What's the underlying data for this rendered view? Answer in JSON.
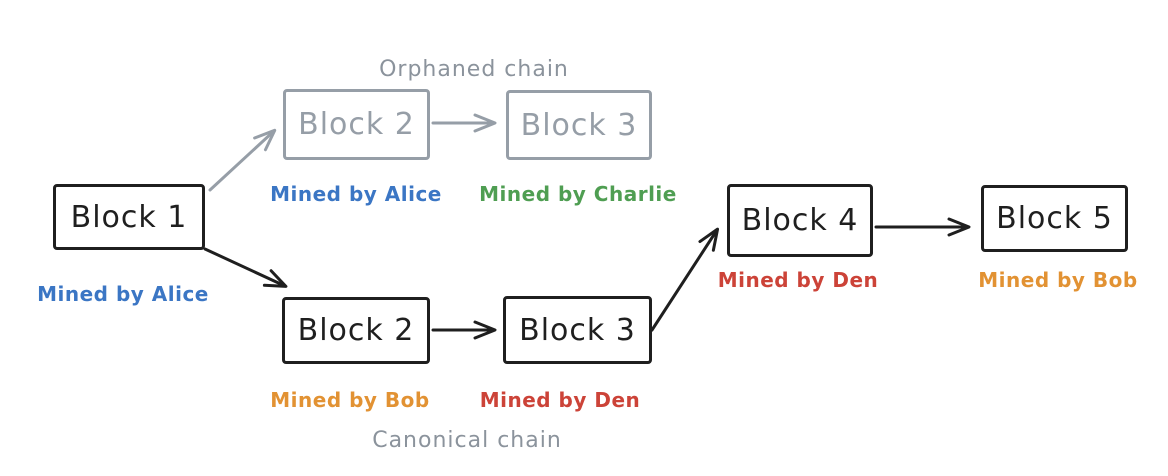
{
  "colors": {
    "black": "#1f1f1f",
    "gray": "#8b939c",
    "gray_box": "#969ea7",
    "blue": "#3b76c4",
    "green": "#4f9e52",
    "orange": "#e29233",
    "red": "#cc4338"
  },
  "chain_labels": {
    "orphaned": {
      "text": "Orphaned chain",
      "color": "gray"
    },
    "canonical": {
      "text": "Canonical chain",
      "color": "gray"
    }
  },
  "blocks": [
    {
      "id": "block-1",
      "title": "Block 1",
      "chain": "shared",
      "caption": "Mined by Alice",
      "caption_color": "blue"
    },
    {
      "id": "orphaned-block-2",
      "title": "Block 2",
      "chain": "orphaned",
      "caption": "Mined by Alice",
      "caption_color": "blue"
    },
    {
      "id": "orphaned-block-3",
      "title": "Block 3",
      "chain": "orphaned",
      "caption": "Mined by Charlie",
      "caption_color": "green"
    },
    {
      "id": "canonical-block-2",
      "title": "Block 2",
      "chain": "canonical",
      "caption": "Mined by Bob",
      "caption_color": "orange"
    },
    {
      "id": "canonical-block-3",
      "title": "Block 3",
      "chain": "canonical",
      "caption": "Mined by Den",
      "caption_color": "red"
    },
    {
      "id": "block-4",
      "title": "Block 4",
      "chain": "canonical",
      "caption": "Mined by Den",
      "caption_color": "red"
    },
    {
      "id": "block-5",
      "title": "Block 5",
      "chain": "canonical",
      "caption": "Mined by Bob",
      "caption_color": "orange"
    }
  ],
  "connections": [
    {
      "from": "block-1",
      "to": "orphaned-block-2",
      "style": "gray"
    },
    {
      "from": "orphaned-block-2",
      "to": "orphaned-block-3",
      "style": "gray"
    },
    {
      "from": "block-1",
      "to": "canonical-block-2",
      "style": "black"
    },
    {
      "from": "canonical-block-2",
      "to": "canonical-block-3",
      "style": "black"
    },
    {
      "from": "canonical-block-3",
      "to": "block-4",
      "style": "black"
    },
    {
      "from": "block-4",
      "to": "block-5",
      "style": "black"
    }
  ]
}
